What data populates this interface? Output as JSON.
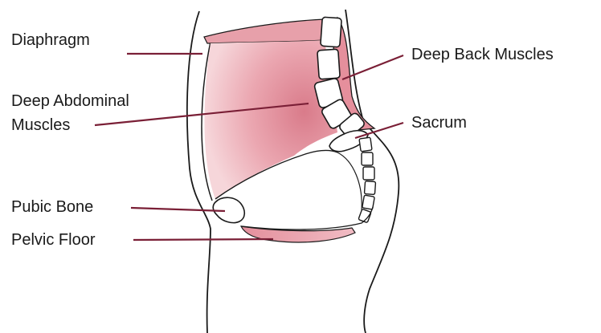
{
  "labels": {
    "diaphragm": "Diaphragm",
    "deep_abdominal_line1": "Deep Abdominal",
    "deep_abdominal_line2": "Muscles",
    "pubic_bone": "Pubic Bone",
    "pelvic_floor": "Pelvic Floor",
    "deep_back_muscles": "Deep Back Muscles",
    "sacrum": "Sacrum"
  },
  "colors": {
    "muscle_fill": "#e9a3ad",
    "muscle_dark": "#d9808e",
    "leader_line": "#7a1f36",
    "outline": "#1a1a1a",
    "background": "#ffffff"
  }
}
